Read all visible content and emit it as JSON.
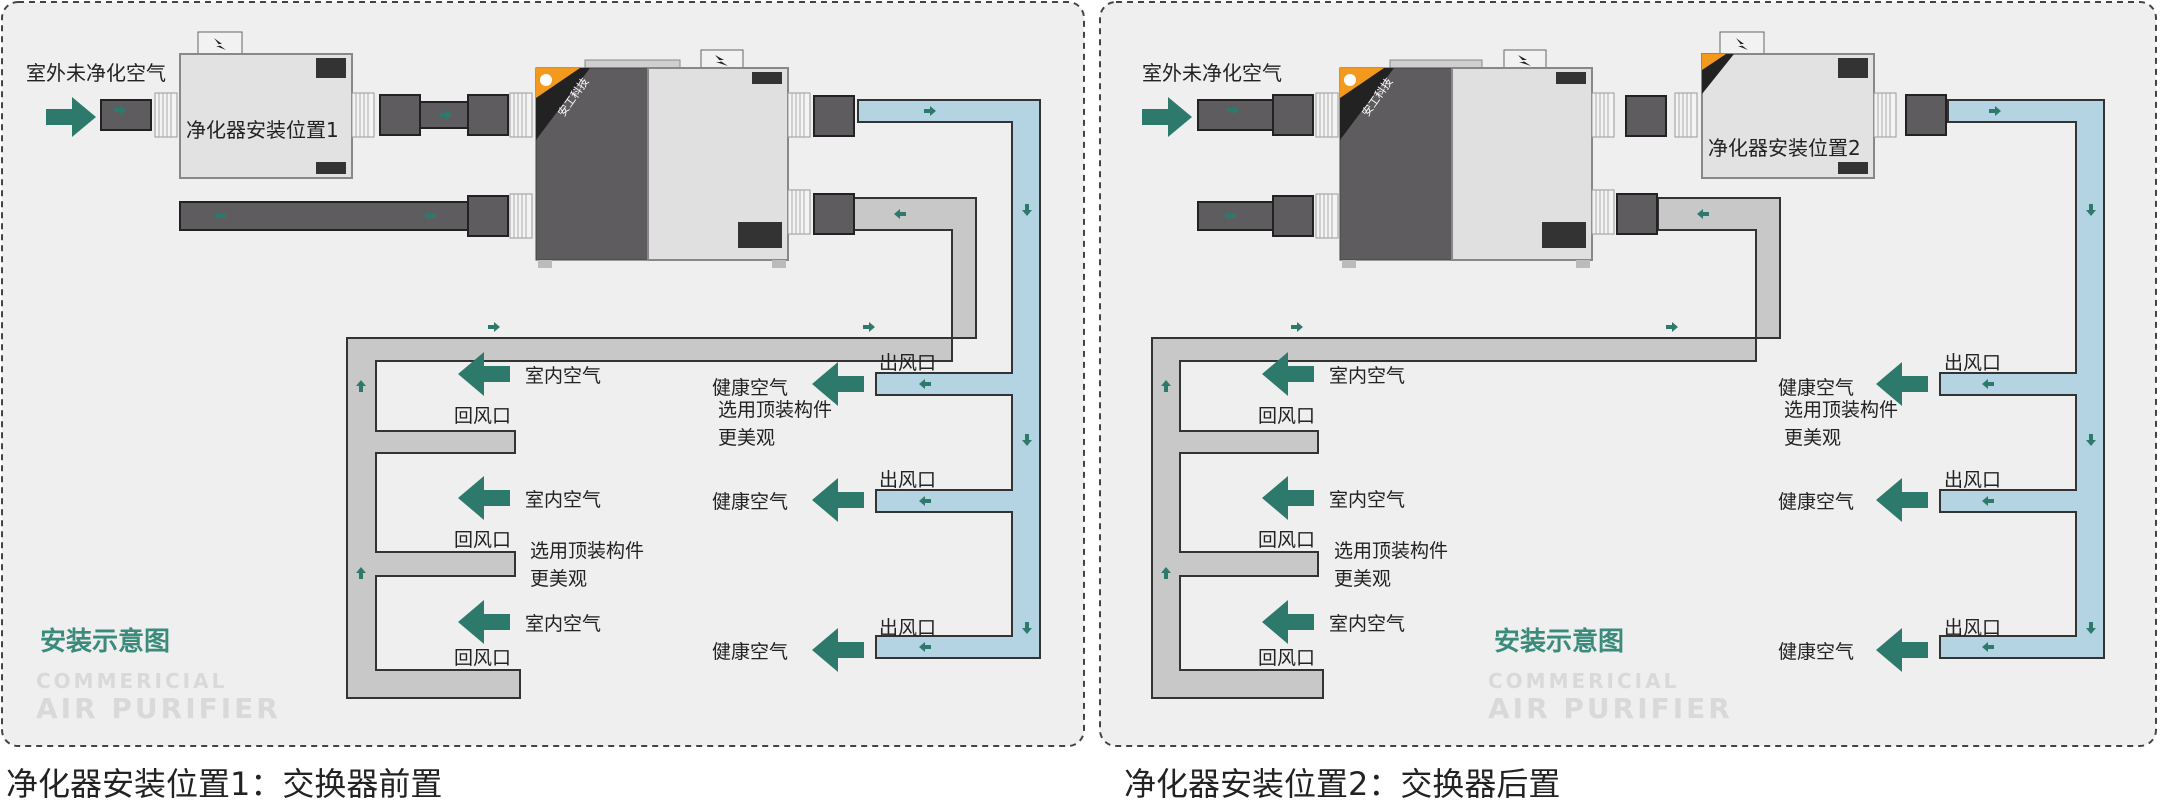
{
  "panels": [
    {
      "outdoor_label": "室外未净化空气",
      "purifier_label": "净化器安装位置1",
      "logo_text": "安工科技",
      "diagram_title": "安装示意图",
      "watermark_line1": "COMMERICIAL",
      "watermark_line2": "AIR   PURIFIER",
      "rooms": [
        {
          "indoor": "室内空气",
          "return": "回风口",
          "healthy": "健康空气",
          "outlet": "出风口"
        },
        {
          "indoor": "室内空气",
          "return": "回风口",
          "healthy": "健康空气",
          "outlet": "出风口"
        },
        {
          "indoor": "室内空气",
          "return": "回风口",
          "healthy": "健康空气",
          "outlet": "出风口"
        }
      ],
      "note_top": [
        "选用顶装构件",
        "更美观"
      ],
      "note_mid": [
        "选用顶装构件",
        "更美观"
      ],
      "caption": "净化器安装位置1：交换器前置"
    },
    {
      "outdoor_label": "室外未净化空气",
      "purifier_label": "净化器安装位置2",
      "logo_text": "安工科技",
      "diagram_title": "安装示意图",
      "watermark_line1": "COMMERICIAL",
      "watermark_line2": "AIR   PURIFIER",
      "rooms": [
        {
          "indoor": "室内空气",
          "return": "回风口",
          "healthy": "健康空气",
          "outlet": "出风口"
        },
        {
          "indoor": "室内空气",
          "return": "回风口",
          "healthy": "健康空气",
          "outlet": "出风口"
        },
        {
          "indoor": "室内空气",
          "return": "回风口",
          "healthy": "健康空气",
          "outlet": "出风口"
        }
      ],
      "note_top": [
        "选用顶装构件",
        "更美观"
      ],
      "note_mid": [
        "选用顶装构件",
        "更美观"
      ],
      "caption": "净化器安装位置2：交换器后置"
    }
  ],
  "colors": {
    "supply_duct": "#b4d3e3",
    "return_duct": "#c8c8c8",
    "arrow_green": "#2d7a6d",
    "unit_dark": "#5e5c5e",
    "unit_light": "#e0e0e0",
    "accent_orange": "#f39a1e"
  }
}
